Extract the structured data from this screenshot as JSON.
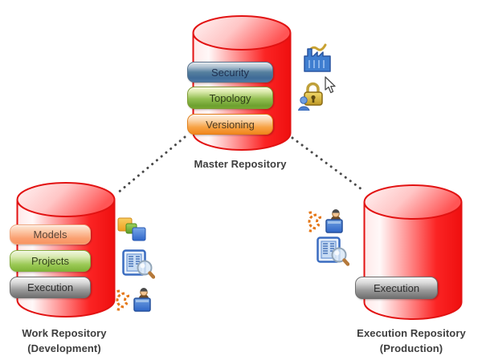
{
  "master_repository": {
    "label": "Master Repository",
    "modules": [
      {
        "label": "Security"
      },
      {
        "label": "Topology"
      },
      {
        "label": "Versioning"
      }
    ],
    "icons": [
      {
        "name": "factory-icon"
      },
      {
        "name": "padlock-user-icon"
      }
    ]
  },
  "work_repository": {
    "label": "Work Repository",
    "sublabel": "(Development)",
    "modules": [
      {
        "label": "Models"
      },
      {
        "label": "Projects"
      },
      {
        "label": "Execution"
      }
    ],
    "icons": [
      {
        "name": "models-objects-icon"
      },
      {
        "name": "document-search-icon"
      },
      {
        "name": "agent-broadcast-icon"
      }
    ]
  },
  "production_repository": {
    "label": "Execution Repository",
    "sublabel": "(Production)",
    "modules": [
      {
        "label": "Execution"
      }
    ],
    "icons": [
      {
        "name": "agent-broadcast-icon"
      },
      {
        "name": "document-search-icon"
      }
    ]
  },
  "cursor": {
    "name": "mouse-cursor-icon"
  },
  "colors": {
    "background": "#ffffff",
    "cylinder_red": "#f11515",
    "cylinder_border": "#e21212",
    "security_blue": "#4d7aa6",
    "topology_green": "#76a832",
    "versioning_orange": "#f1861d",
    "models_peach": "#f89463",
    "projects_green": "#7fb437",
    "execution_gray": "#8a8a8a",
    "connector_dots": "#4a4a4a",
    "label_text": "#3d3d3d"
  }
}
